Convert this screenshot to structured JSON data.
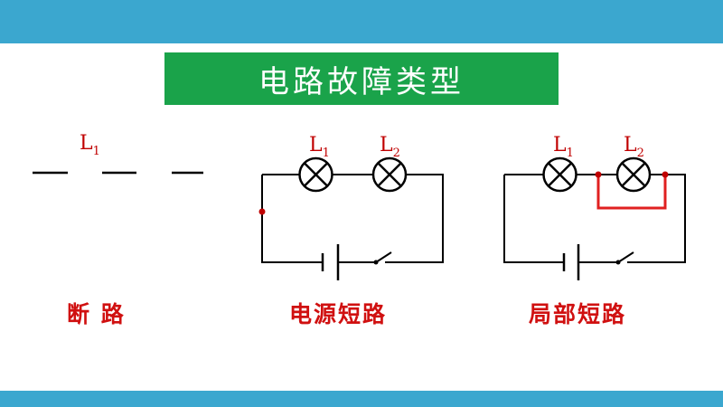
{
  "title": "电路故障类型",
  "colors": {
    "band": "#3ba7cf",
    "title_bg": "#1aa34a",
    "label_red": "#c00000",
    "wire": "#000000",
    "short_wire": "#e02020"
  },
  "panels": [
    {
      "caption": "断  路",
      "lamps": [
        {
          "letter": "L",
          "sub": "1"
        }
      ]
    },
    {
      "caption": "电源短路",
      "lamps": [
        {
          "letter": "L",
          "sub": "1"
        },
        {
          "letter": "L",
          "sub": "2"
        }
      ]
    },
    {
      "caption": "局部短路",
      "lamps": [
        {
          "letter": "L",
          "sub": "1"
        },
        {
          "letter": "L",
          "sub": "2"
        }
      ]
    }
  ]
}
